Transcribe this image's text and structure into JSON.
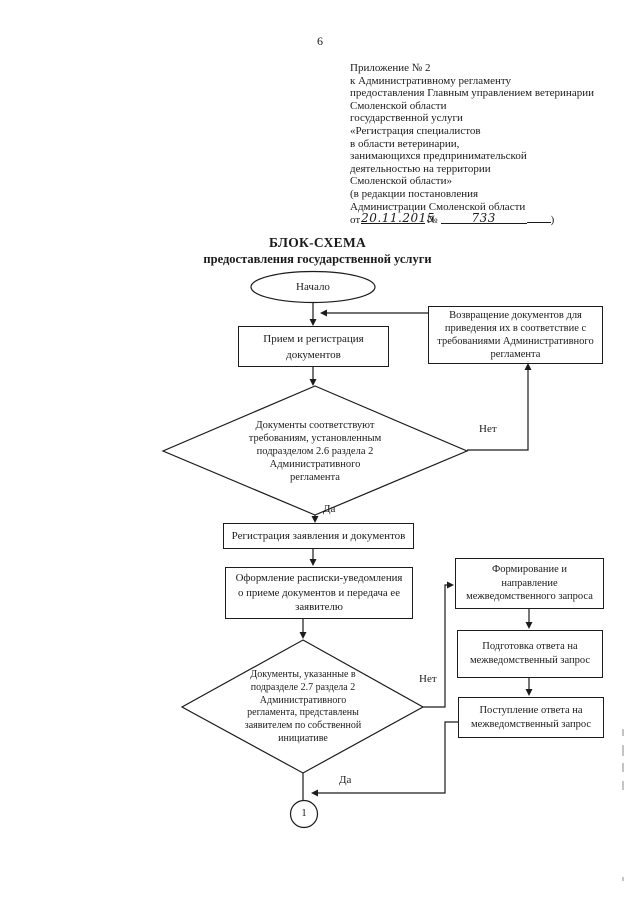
{
  "page": {
    "number": "6"
  },
  "header": {
    "lines": [
      "Приложение № 2",
      "к Административному регламенту",
      "предоставления Главным управлением ветеринарии",
      "Смоленской области",
      "государственной услуги",
      "«Регистрация специалистов",
      "в области ветеринарии,",
      "занимающихся предпринимательской",
      "деятельностью на территории",
      "Смоленской области»",
      "(в редакции постановления",
      "Администрации Смоленской области"
    ],
    "date_prefix": "от",
    "date_handwritten": "20.11.2015",
    "number_sign": "№",
    "number_handwritten": "733",
    "closing_paren": ")"
  },
  "title": {
    "line1": "БЛОК-СХЕМА",
    "line2": "предоставления государственной услуги"
  },
  "flowchart": {
    "start": "Начало",
    "box_receive": "Прием и регистрация\nдокументов",
    "box_return": "Возвращение документов для\nприведения их в соответствие с\nтребованиями Административного\nрегламента",
    "decision_docs_meet": "Документы соответствуют\nтребованиям, установленным\nподразделом 2.6 раздела 2\nАдминистративного\nрегламента",
    "label_no_1": "Нет",
    "label_yes_1": "Да",
    "box_registration": "Регистрация заявления и документов",
    "box_receipt": "Оформление  расписки-уведомления\nо приеме документов и передача ее\nзаявителю",
    "decision_docs_submitted": "Документы, указанные в\nподразделе 2.7 раздела 2\nАдминистративного\nрегламента, представлены\nзаявителем по собственной\nинициативе",
    "label_no_2": "Нет",
    "label_yes_2": "Да",
    "box_form_request": "Формирование и\nнаправление\nмежведомственного запроса",
    "box_prepare_response": "Подготовка ответа на\nмежведомственный запрос",
    "box_receive_response": "Поступление ответа на\nмежведомственный запрос",
    "connector": "1"
  },
  "colors": {
    "ink": "#1c1c1c",
    "paper": "#ffffff"
  }
}
